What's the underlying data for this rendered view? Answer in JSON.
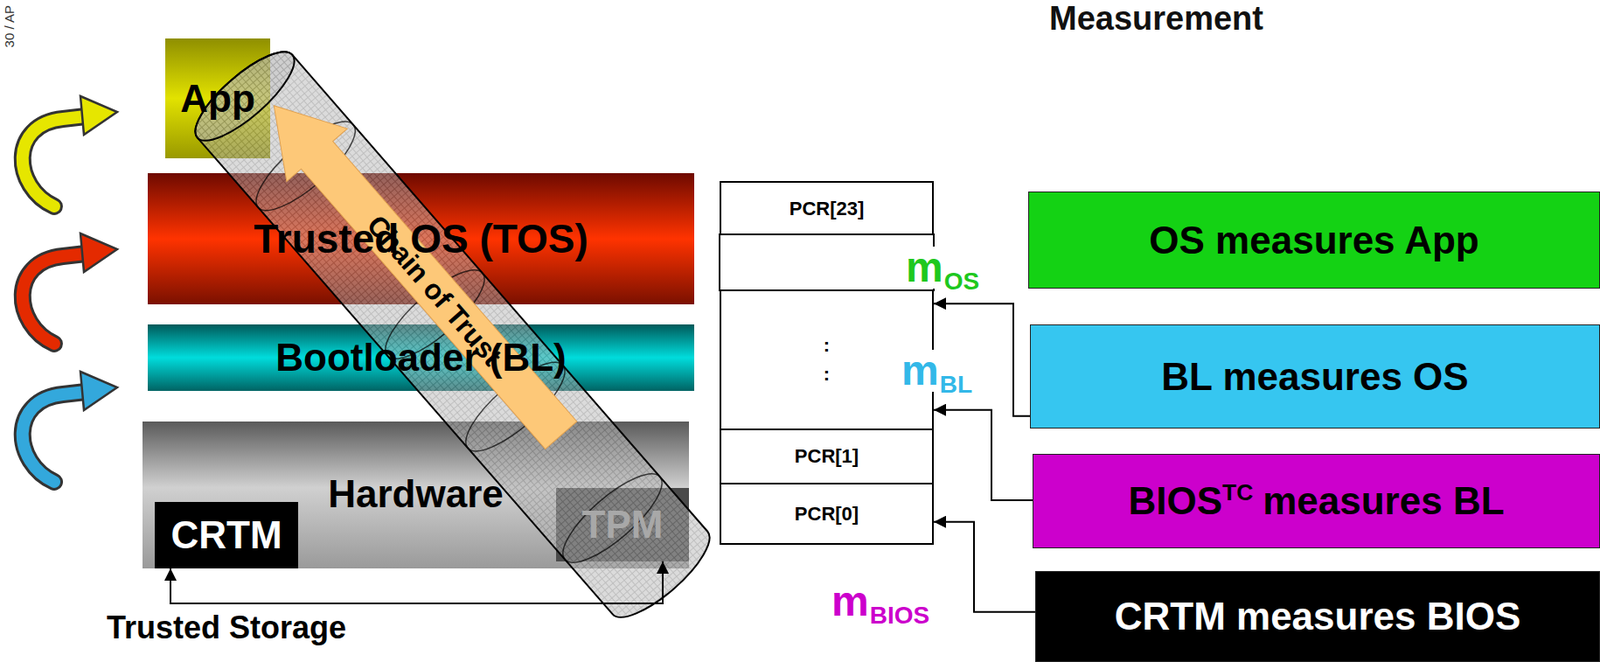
{
  "diagram": {
    "title": "Measurement",
    "nodes": [
      {
        "text": [
          "App"
        ]
      },
      {
        "text": [
          "Trusted OS (TOS)"
        ]
      },
      {
        "text": [
          "Bootloader (BL)"
        ]
      },
      {
        "text": [
          "Hardware"
        ]
      },
      {
        "text": [
          "CRTM"
        ],
        "in": 3
      },
      {
        "text": [
          "TPM"
        ],
        "in": 3
      },
      {
        "text": [
          "PCR[23]"
        ]
      },
      {
        "text": [
          ": :"
        ]
      },
      {
        "text": [
          "PCR[1]"
        ]
      },
      {
        "text": [
          "PCR[0]"
        ]
      },
      {
        "text": [
          "OS measures App"
        ]
      },
      {
        "text": [
          "BL measures OS"
        ]
      },
      {
        "text": [
          "BIOS",
          "TC",
          "measures BL"
        ]
      },
      {
        "text": [
          "CRTM measures BIOS"
        ]
      }
    ],
    "edges": [
      {
        "from": 4,
        "to": 5,
        "arrow": "both"
      },
      {
        "from": 11,
        "to": 7,
        "arrow": "to"
      },
      {
        "from": 12,
        "to": 7,
        "arrow": "to"
      },
      {
        "from": 13,
        "to": 9,
        "arrow": "to"
      }
    ],
    "labels": [
      "30 / AP",
      "Chain of Trust",
      "m",
      "OS",
      "m",
      "BL",
      "m",
      "BIOS",
      "Trusted Storage"
    ]
  }
}
